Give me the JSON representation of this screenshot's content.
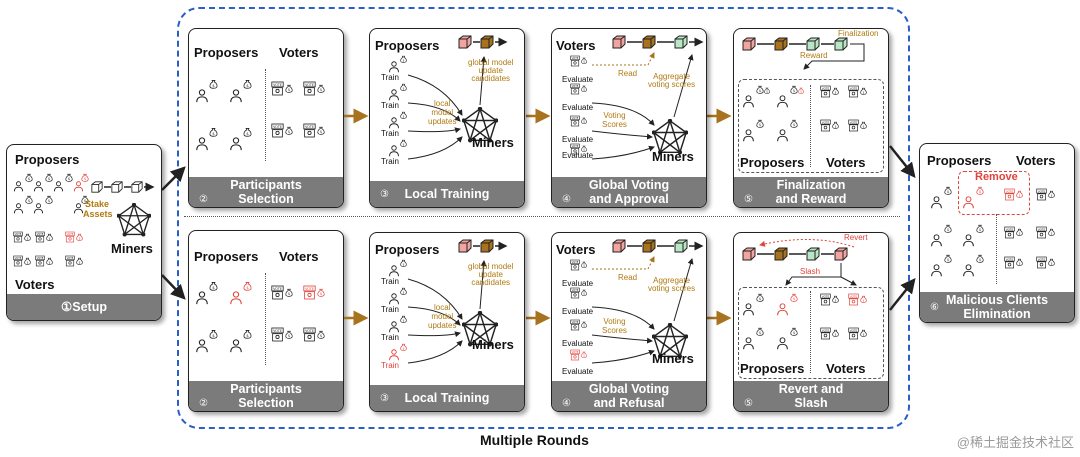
{
  "diagram": {
    "multiple_rounds": "Multiple Rounds",
    "watermark": "@稀土掘金技术社区",
    "colors": {
      "block_red": "#f4a4a0",
      "block_brown": "#a8731f",
      "block_green": "#b9e6c4",
      "accent_gold": "#b07a10",
      "accent_red": "#e0433c",
      "round_border": "#2a5ec8"
    },
    "setup": {
      "proposers": "Proposers",
      "voters": "Voters",
      "miners": "Miners",
      "stake": "Stake",
      "assets": "Assets",
      "footer": "①Setup"
    },
    "top": {
      "p2": {
        "proposers": "Proposers",
        "voters": "Voters",
        "footer_l1": "Participants",
        "footer_l2": "Selection",
        "step": "②"
      },
      "p3": {
        "proposers": "Proposers",
        "train": "Train",
        "local": "local",
        "model": "model",
        "updates": "updates",
        "gm1": "global model",
        "gm2": "update",
        "gm3": "candidates",
        "miners": "Miners",
        "footer": "Local Training",
        "step": "③"
      },
      "p4": {
        "voters": "Voters",
        "evaluate": "Evaluate",
        "read": "Read",
        "agg1": "Aggregate",
        "agg2": "voting scores",
        "vs1": "Voting",
        "vs2": "Scores",
        "miners": "Miners",
        "footer_l1": "Global Voting",
        "footer_l2": "and Approval",
        "step": "④"
      },
      "p5": {
        "finalization": "Finalization",
        "reward": "Reward",
        "proposers": "Proposers",
        "voters": "Voters",
        "footer_l1": "Finalization",
        "footer_l2": "and Reward",
        "step": "⑤"
      }
    },
    "bottom": {
      "p2": {
        "proposers": "Proposers",
        "voters": "Voters",
        "footer_l1": "Participants",
        "footer_l2": "Selection",
        "step": "②"
      },
      "p3": {
        "proposers": "Proposers",
        "train": "Train",
        "local": "local",
        "model": "model",
        "updates": "updates",
        "gm1": "global model",
        "gm2": "update",
        "gm3": "candidates",
        "miners": "Miners",
        "footer": "Local Training",
        "step": "③"
      },
      "p4": {
        "voters": "Voters",
        "evaluate": "Evaluate",
        "read": "Read",
        "agg1": "Aggregate",
        "agg2": "voting scores",
        "vs1": "Voting",
        "vs2": "Scores",
        "miners": "Miners",
        "footer_l1": "Global Voting",
        "footer_l2": "and Refusal",
        "step": "④"
      },
      "p5": {
        "revert": "Revert",
        "slash": "Slash",
        "proposers": "Proposers",
        "voters": "Voters",
        "footer_l1": "Revert and",
        "footer_l2": "Slash",
        "step": "⑤"
      }
    },
    "elim": {
      "proposers": "Proposers",
      "voters": "Voters",
      "remove": "Remove",
      "footer_l1": "Malicious Clients",
      "footer_l2": "Elimination",
      "step": "⑥"
    }
  }
}
